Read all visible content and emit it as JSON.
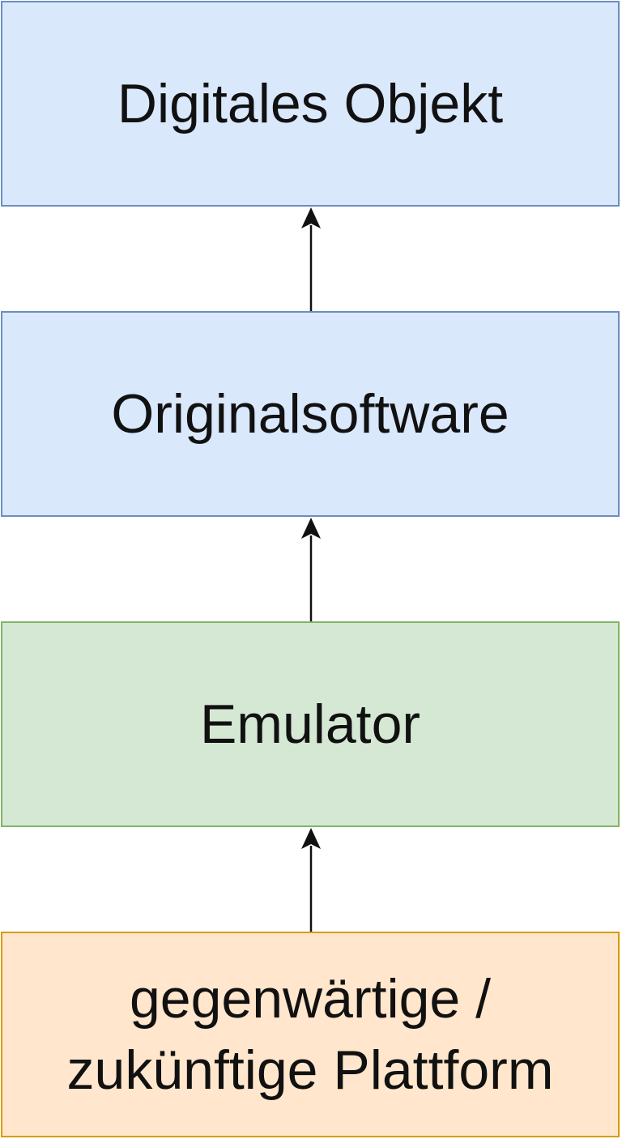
{
  "diagram": {
    "boxes": {
      "object": {
        "label": "Digitales Objekt",
        "fill": "#dae8fc",
        "stroke": "#6c8ebf"
      },
      "software": {
        "label": "Originalsoftware",
        "fill": "#dae8fc",
        "stroke": "#6c8ebf"
      },
      "emulator": {
        "label": "Emulator",
        "fill": "#d5e8d4",
        "stroke": "#82b366"
      },
      "platform": {
        "label_line1": "gegenwärtige /",
        "label_line2": "zukünftige Plattform",
        "fill": "#ffe6cc",
        "stroke": "#d79b00"
      }
    },
    "edges": [
      {
        "from": "platform",
        "to": "emulator"
      },
      {
        "from": "emulator",
        "to": "software"
      },
      {
        "from": "software",
        "to": "object"
      }
    ]
  }
}
